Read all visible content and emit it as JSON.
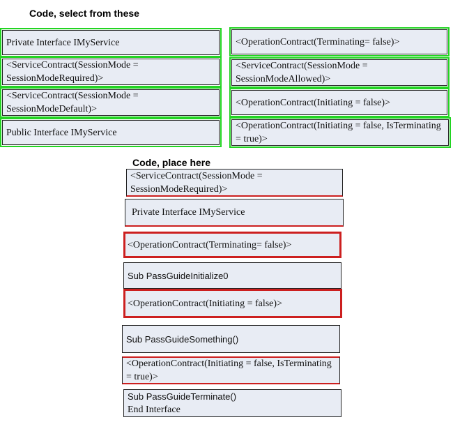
{
  "select_heading": "Code, select from these",
  "place_heading": "Code, place here",
  "source_left": [
    "Private Interface IMyService",
    "<ServiceContract(SessionMode = SessionModeRequired)>",
    "<ServiceContract(SessionMode = SessionModeDefault)>",
    "Public Interface IMyService"
  ],
  "source_right": [
    "<OperationContract(Terminating= false)>",
    "<ServiceContract(SessionMode = SessionModeAllowed)>",
    "<OperationContract(Initiating = false)>",
    "<OperationContract(Initiating = false, IsTerminating = true)>"
  ],
  "target": [
    "<ServiceContract(SessionMode = SessionModeRequired)>",
    "Private Interface IMyService",
    "<OperationContract(Terminating= false)>",
    "Sub PassGuideInitialize0",
    "<OperationContract(Initiating = false)>",
    "Sub PassGuideSomething()",
    "<OperationContract(Initiating = false, IsTerminating = true)>",
    "Sub PassGuideTerminate()",
    "End Interface"
  ]
}
